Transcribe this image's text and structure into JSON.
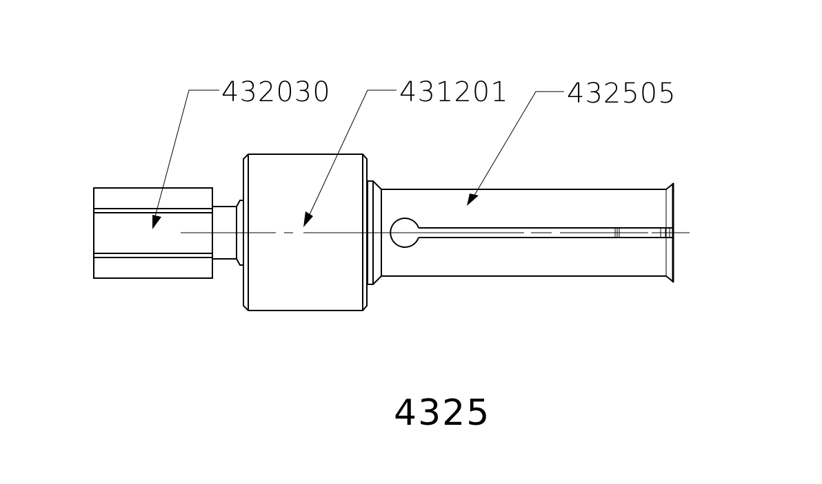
{
  "drawing": {
    "assembly_number": "4325",
    "colors": {
      "line": "#000000",
      "background": "#ffffff"
    },
    "callouts": [
      {
        "part_number": "432030",
        "target": "left-square-block"
      },
      {
        "part_number": "431201",
        "target": "center-cylinder"
      },
      {
        "part_number": "432505",
        "target": "right-slotted-sleeve"
      }
    ]
  }
}
